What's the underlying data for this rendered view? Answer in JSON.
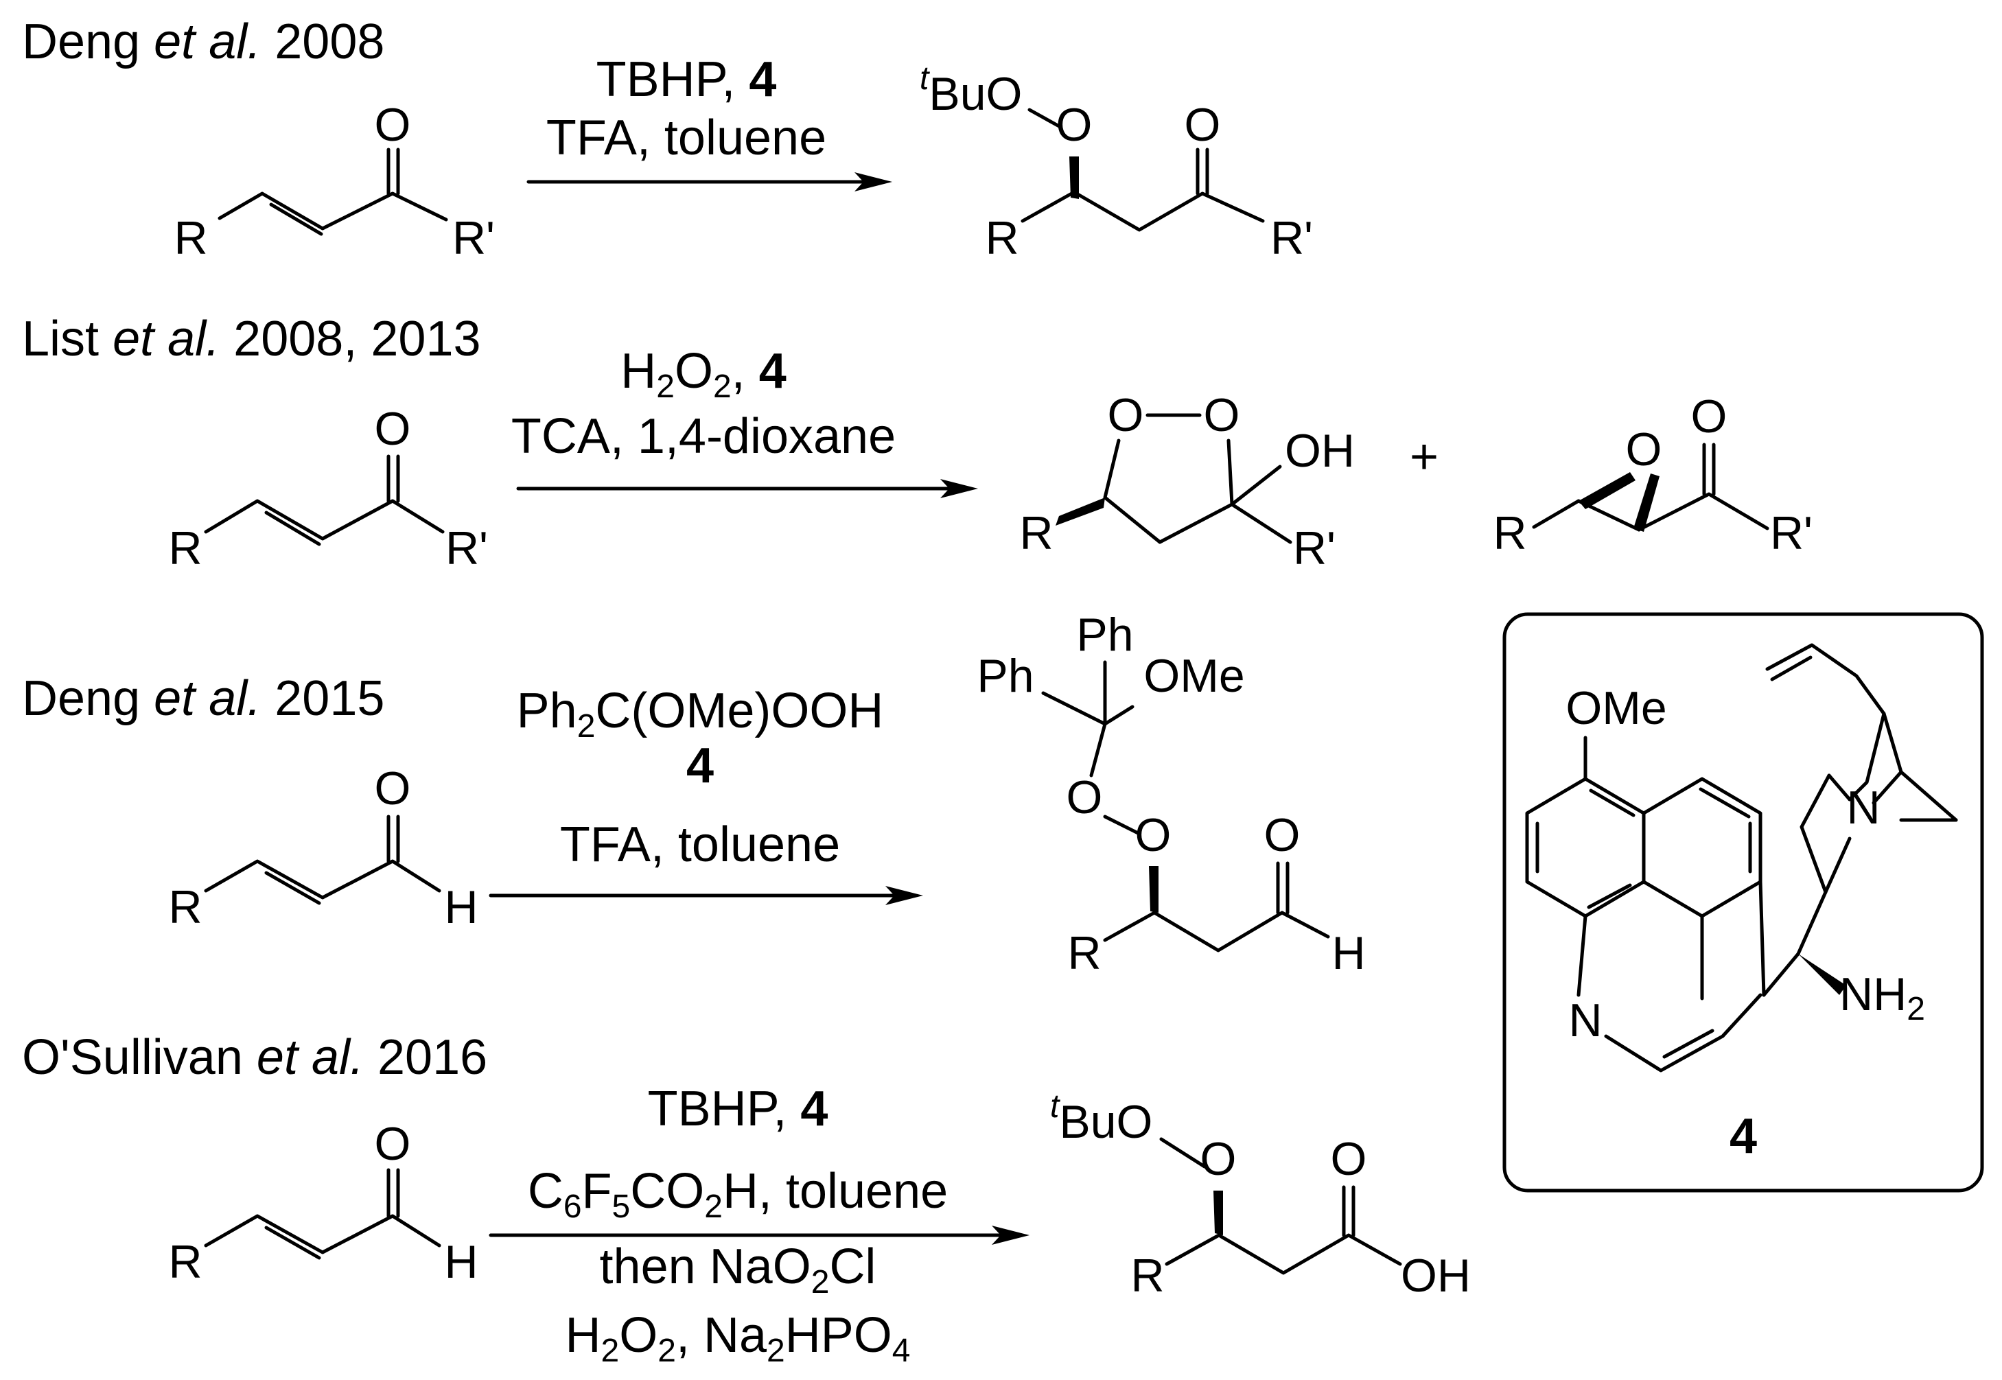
{
  "rows": [
    {
      "header_name": "Deng",
      "header_etal": "et al.",
      "header_year": "2008",
      "reagent_1": "TBHP, ",
      "reagent_1_bold": "4",
      "reagent_2": "TFA, toluene"
    },
    {
      "header_name": "List",
      "header_etal": "et al.",
      "header_year": "2008, 2013",
      "reagent_1_a": "H",
      "reagent_1_sub1": "2",
      "reagent_1_b": "O",
      "reagent_1_sub2": "2",
      "reagent_1_c": ", ",
      "reagent_1_bold": "4",
      "reagent_2": "TCA, 1,4-dioxane",
      "plus": "+"
    },
    {
      "header_name": "Deng",
      "header_etal": "et al.",
      "header_year": "2015",
      "reagent_1_a": "Ph",
      "reagent_1_sub": "2",
      "reagent_1_b": "C(OMe)OOH",
      "reagent_1_bold": "4",
      "reagent_2": "TFA, toluene"
    },
    {
      "header_name": "O'Sullivan",
      "header_etal": "et al.",
      "header_year": "2016",
      "reagent_1": "TBHP, ",
      "reagent_1_bold": "4",
      "reagent_2_a": "C",
      "reagent_2_sub1": "6",
      "reagent_2_b": "F",
      "reagent_2_sub2": "5",
      "reagent_2_c": "CO",
      "reagent_2_sub3": "2",
      "reagent_2_d": "H, toluene",
      "reagent_3_a": "then NaO",
      "reagent_3_sub": "2",
      "reagent_3_b": "Cl",
      "reagent_4_a": "H",
      "reagent_4_sub1": "2",
      "reagent_4_b": "O",
      "reagent_4_sub2": "2",
      "reagent_4_c": ", Na",
      "reagent_4_sub3": "2",
      "reagent_4_d": "HPO",
      "reagent_4_sub4": "4"
    }
  ],
  "atoms": {
    "O": "O",
    "R": "R",
    "Rp": "R'",
    "H": "H",
    "OH": "OH",
    "tBu_sup": "t",
    "tBu": "BuO",
    "Ph": "Ph",
    "OMe": "OMe",
    "N": "N",
    "NH": "NH",
    "NH_sub": "2"
  },
  "catalyst_label": "4"
}
